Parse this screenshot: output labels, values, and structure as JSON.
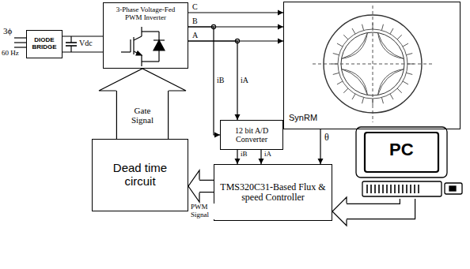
{
  "diagram": {
    "nodes": [
      {
        "text": [
          "DIODE BRIDGE"
        ]
      },
      {
        "text": [
          "3-Phase Voltage-Fed PWM Inverter"
        ]
      },
      {
        "text": [
          "SynRM"
        ]
      },
      {
        "text": [
          "12 bit A/D Converter"
        ]
      },
      {
        "text": [
          "TMS320C31-Based Flux & speed Controller"
        ]
      },
      {
        "text": [
          "Dead time circuit"
        ]
      },
      {
        "text": [
          "PC"
        ]
      }
    ],
    "edges": [
      {
        "from": 0,
        "to": 1,
        "arrow": "none"
      },
      {
        "from": 1,
        "to": 2,
        "label": "C",
        "arrow": "to"
      },
      {
        "from": 1,
        "to": 2,
        "label": "B",
        "arrow": "to"
      },
      {
        "from": 1,
        "to": 2,
        "label": "A",
        "arrow": "to"
      },
      {
        "from": 1,
        "to": 3,
        "label": "iB",
        "arrow": "to"
      },
      {
        "from": 1,
        "to": 3,
        "label": "iA",
        "arrow": "to"
      },
      {
        "from": 3,
        "to": 4,
        "label": "iB",
        "arrow": "to"
      },
      {
        "from": 3,
        "to": 4,
        "label": "iA",
        "arrow": "to"
      },
      {
        "from": 2,
        "to": 4,
        "label": "θ",
        "arrow": "to"
      },
      {
        "from": 4,
        "to": 5,
        "label": "PWM Signal",
        "arrow": "to"
      },
      {
        "from": 5,
        "to": 1,
        "label": "Gate Signal",
        "arrow": "to"
      },
      {
        "from": 6,
        "to": 4,
        "arrow": "to"
      }
    ],
    "labels": [
      "3ϕ",
      "60 Hz",
      "Vdc"
    ]
  }
}
